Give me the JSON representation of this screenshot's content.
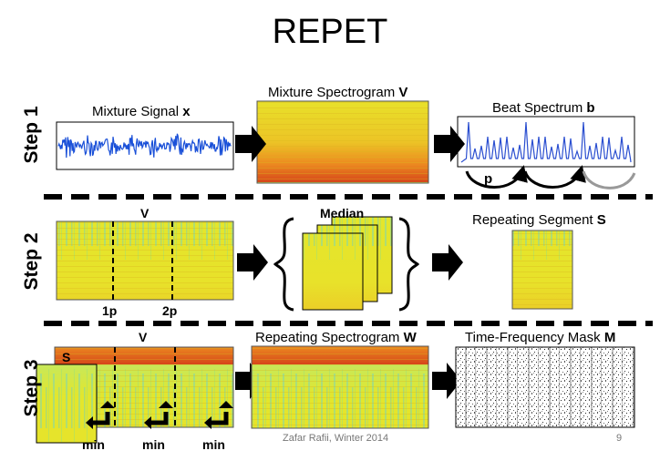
{
  "title": "REPET",
  "steps": [
    {
      "label": "Step 1"
    },
    {
      "label": "Step 2"
    },
    {
      "label": "Step 3"
    }
  ],
  "step1": {
    "mixture_signal": {
      "text": "Mixture Signal",
      "symbol": "x"
    },
    "mixture_spectrogram": {
      "text": "Mixture Spectrogram",
      "symbol": "V"
    },
    "beat_spectrum": {
      "text": "Beat Spectrum",
      "symbol": "b"
    },
    "period_label": "p"
  },
  "step2": {
    "v_label": "V",
    "tick_1p": "1p",
    "tick_2p": "2p",
    "median_label": "Median",
    "repeating_segment": {
      "text": "Repeating Segment",
      "symbol": "S"
    }
  },
  "step3": {
    "v_label": "V",
    "s_label": "S",
    "min_labels": [
      "min",
      "min",
      "min"
    ],
    "repeating_spectrogram": {
      "text": "Repeating Spectrogram",
      "symbol": "W"
    },
    "tf_mask": {
      "text": "Time-Frequency Mask",
      "symbol": "M"
    }
  },
  "footer": {
    "credit": "Zafar Rafii, Winter 2014",
    "page": "9"
  },
  "colors": {
    "spectrogram_base": "#e6e62a",
    "spectrogram_low": "#e8791e",
    "spectrogram_high": "#5fd0b0",
    "waveform": "#1a50d8",
    "beat_spectrum": "#2a4ed0",
    "separator": "#000000"
  }
}
